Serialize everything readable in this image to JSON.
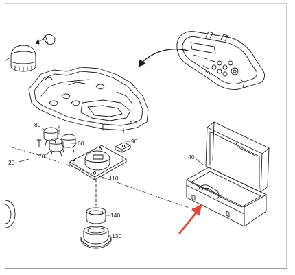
{
  "diagram": {
    "labels": {
      "p20": "20",
      "p40": "40",
      "p60": "60",
      "p70": "70",
      "p80": "80",
      "p90": "90",
      "p110": "110",
      "p130": "130",
      "p140": "140"
    },
    "colors": {
      "line": "#1a1a1a",
      "arrow_red": "#e0463a",
      "frame": "#d0d0d0"
    }
  }
}
